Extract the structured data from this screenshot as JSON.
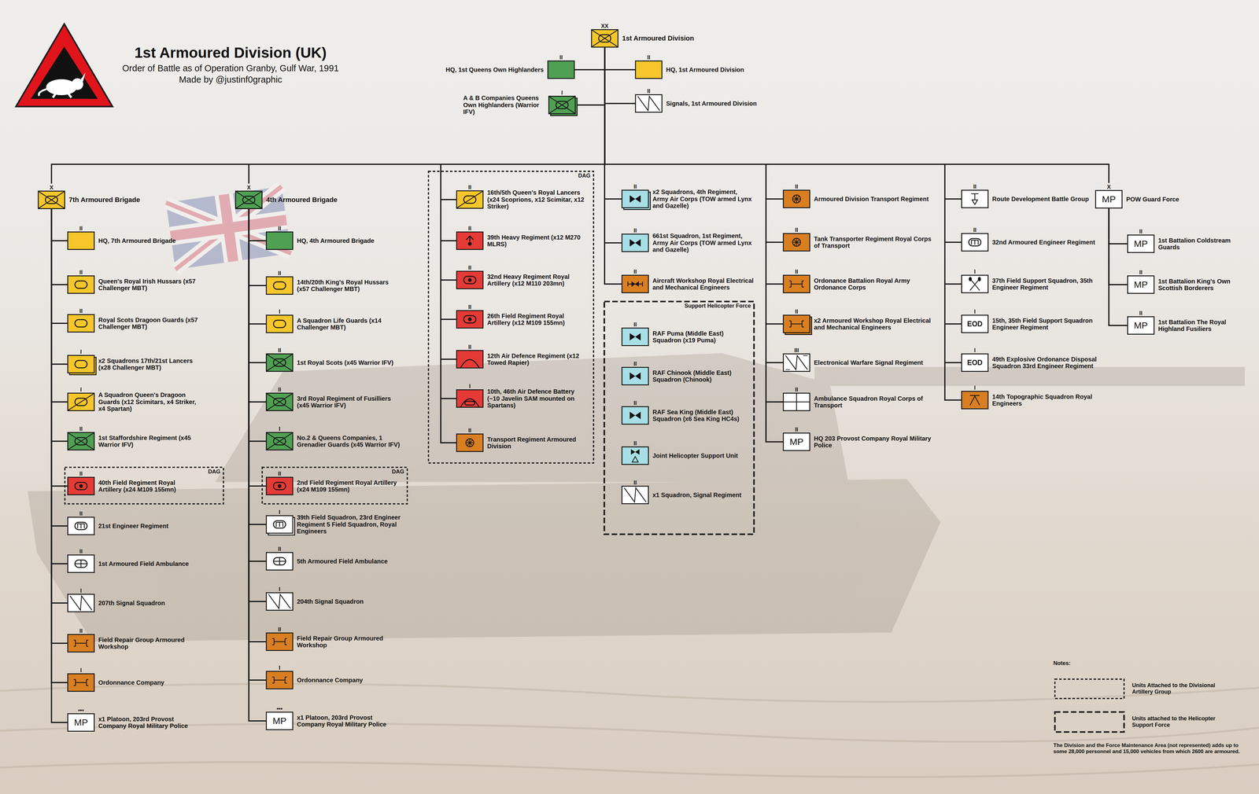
{
  "diagram": {
    "title": "1st Armoured Division (UK)",
    "caption": "Order of Battle as of Operation Granby, Gulf War, 1991",
    "nodes": [
      {
        "text": [
          "XX",
          "1st Armoured Division"
        ]
      },
      {
        "text": [
          "II",
          "HQ, 1st Queens Own Highlanders"
        ]
      },
      {
        "text": [
          "II",
          "HQ, 1st Armoured Division"
        ]
      },
      {
        "text": [
          "I",
          "A & B Companies Queens Own Highlanders (Warrior IFV)"
        ]
      },
      {
        "text": [
          "II",
          "Signals, 1st Armoured Division"
        ]
      },
      {
        "text": [
          "X",
          "7th Armoured Brigade"
        ]
      },
      {
        "text": [
          "II",
          "HQ, 7th Armoured Brigade"
        ]
      },
      {
        "text": [
          "II",
          "Queen's Royal Irish Hussars (x57 Challenger MBT)"
        ]
      },
      {
        "text": [
          "II",
          "Royal Scots Dragoon Guards (x57 Challenger MBT)"
        ]
      },
      {
        "text": [
          "I",
          "x2 Squadrons 17th/21st Lancers (x28 Challenger MBT)"
        ]
      },
      {
        "text": [
          "I",
          "A Squadron Queen's Dragoon Guards (x12 Scimitars, x4 Striker, x4 Spartan)"
        ]
      },
      {
        "text": [
          "II",
          "1st Staffordshire Regiment (x45 Warrior IFV)"
        ]
      },
      {
        "text": [
          "DAG"
        ]
      },
      {
        "text": [
          "II",
          "40th Field Regiment Royal Artillery (x24 M109 155mn)"
        ],
        "in": 12
      },
      {
        "text": [
          "II",
          "21st Engineer Regiment"
        ]
      },
      {
        "text": [
          "II",
          "1st Armoured Field Ambulance"
        ]
      },
      {
        "text": [
          "I",
          "207th Signal Squadron"
        ]
      },
      {
        "text": [
          "II",
          "Field Repair Group Armoured Workshop"
        ]
      },
      {
        "text": [
          "I",
          "Ordonnance Company"
        ]
      },
      {
        "text": [
          "•••",
          "MP",
          "x1 Platoon, 203rd Provost Company Royal Military Police"
        ]
      },
      {
        "text": [
          "X",
          "4th Armoured Brigade"
        ]
      },
      {
        "text": [
          "II",
          "HQ, 4th Armoured Brigade"
        ]
      },
      {
        "text": [
          "II",
          "14th/20th King's Royal Hussars (x57 Challenger MBT)"
        ]
      },
      {
        "text": [
          "I",
          "A Squadron Life Guards (x14 Challenger MBT)"
        ]
      },
      {
        "text": [
          "II",
          "1st Royal Scots (x45 Warrior IFV)"
        ]
      },
      {
        "text": [
          "II",
          "3rd Royal Regiment of Fusilliers (x45 Warrior IFV)"
        ]
      },
      {
        "text": [
          "I",
          "No.2 & Queens Companies, 1 Grenadier Guards (x45 Warrior IFV)"
        ]
      },
      {
        "text": [
          "DAG"
        ]
      },
      {
        "text": [
          "II",
          "2nd Field Regiment Royal Artillery (x24 M109 155mn)"
        ],
        "in": 27
      },
      {
        "text": [
          "I",
          "39th Field Squadron, 23rd Engineer Regiment 5 Field Squadron, Royal Engineers"
        ]
      },
      {
        "text": [
          "II",
          "5th Armoured Field Ambulance"
        ]
      },
      {
        "text": [
          "I",
          "204th Signal Squadron"
        ]
      },
      {
        "text": [
          "II",
          "Field Repair Group Armoured Workshop"
        ]
      },
      {
        "text": [
          "I",
          "Ordonnance Company"
        ]
      },
      {
        "text": [
          "•••",
          "MP",
          "x1 Platoon, 203rd Provost Company Royal Military Police"
        ]
      },
      {
        "text": [
          "DAG"
        ]
      },
      {
        "text": [
          "II",
          "16th/5th Queen's Royal Lancers (x24 Scoprions, x12 Scimitar, x12 Striker)"
        ],
        "in": 35
      },
      {
        "text": [
          "II",
          "39th Heavy Regiment (x12 M270 MLRS)"
        ],
        "in": 35
      },
      {
        "text": [
          "II",
          "32nd Heavy Regiment Royal Artillery (x12 M110 203mn)"
        ],
        "in": 35
      },
      {
        "text": [
          "II",
          "26th Field Regiment Royal Artillery (x12 M109 155mn)"
        ],
        "in": 35
      },
      {
        "text": [
          "II",
          "12th Air Defence Regiment (x12 Towed Rapier)"
        ],
        "in": 35
      },
      {
        "text": [
          "I",
          "10th, 46th Air Defence Battery (~10 Javelin SAM mounted on Spartans)"
        ],
        "in": 35
      },
      {
        "text": [
          "II",
          "Transport Regiment Armoured Division"
        ],
        "in": 35
      },
      {
        "text": [
          "II",
          "x2 Squadrons, 4th Regiment, Army Air Corps (TOW armed Lynx and Gazelle)"
        ]
      },
      {
        "text": [
          "II",
          "661st Squadron, 1st Regiment, Army Air Corps (TOW armed Lynx and Gazelle)"
        ]
      },
      {
        "text": [
          "II",
          "Aircraft Workshop Royal Electrical and Mechanical Engineers"
        ]
      },
      {
        "text": [
          "Support Helicopter Force"
        ]
      },
      {
        "text": [
          "II",
          "RAF Puma (Middle East) Squadron (x19 Puma)"
        ],
        "in": 46
      },
      {
        "text": [
          "II",
          "RAF Chinook (Middle East) Squadron (Chinook)"
        ],
        "in": 46
      },
      {
        "text": [
          "II",
          "RAF Sea King (Middle East) Squadron (x6 Sea King HC4s)"
        ],
        "in": 46
      },
      {
        "text": [
          "II",
          "Joint Helicopter Support Unit"
        ],
        "in": 46
      },
      {
        "text": [
          "II",
          "x1 Squadron, Signal Regiment"
        ],
        "in": 46
      },
      {
        "text": [
          "II",
          "Armoured Division Transport Regiment"
        ]
      },
      {
        "text": [
          "II",
          "Tank Transporter Regiment Royal Corps of Transport"
        ]
      },
      {
        "text": [
          "II",
          "Ordonance Battalion Royal Army Ordonance Corps"
        ]
      },
      {
        "text": [
          "II",
          "x2 Armoured Workshop Royal Electrical and Mechanical Engineers"
        ]
      },
      {
        "text": [
          "III",
          "Electronical Warfare Signal Regiment"
        ]
      },
      {
        "text": [
          "II",
          "Ambulance Squadron Royal Corps of Transport"
        ]
      },
      {
        "text": [
          "II",
          "MP",
          "HQ 203 Provost Company Royal Military Police"
        ]
      },
      {
        "text": [
          "II",
          "Route Development Battle Group"
        ]
      },
      {
        "text": [
          "II",
          "32nd Armoured Engineer Regiment"
        ]
      },
      {
        "text": [
          "I",
          "37th Field Support Squadron, 35th Engineer Regiment"
        ]
      },
      {
        "text": [
          "I",
          "EOD",
          "15th, 35th Field Support Squadron Engineer Regiment"
        ]
      },
      {
        "text": [
          "I",
          "EOD",
          "49th Explosive Ordonance Disposal Squadron 33rd Engineer Regiment"
        ]
      },
      {
        "text": [
          "I",
          "14th Topographic Squadron Royal Engineers"
        ]
      },
      {
        "text": [
          "X",
          "MP",
          "POW Guard Force"
        ]
      },
      {
        "text": [
          "II",
          "MP",
          "1st Battalion Coldstream Guards"
        ]
      },
      {
        "text": [
          "II",
          "MP",
          "1st Battalion King's Own Scottish Borderers"
        ]
      },
      {
        "text": [
          "II",
          "MP",
          "1st Battalion The Royal Highland Fusiliers"
        ]
      }
    ],
    "edges": [
      {
        "from": 0,
        "to": 1,
        "arrow": "none"
      },
      {
        "from": 0,
        "to": 2,
        "arrow": "none"
      },
      {
        "from": 0,
        "to": 3,
        "arrow": "none"
      },
      {
        "from": 0,
        "to": 4,
        "arrow": "none"
      },
      {
        "from": 0,
        "to": 5,
        "arrow": "none"
      },
      {
        "from": 0,
        "to": 20,
        "arrow": "none"
      },
      {
        "from": 0,
        "to": 36,
        "arrow": "none"
      },
      {
        "from": 0,
        "to": 37,
        "arrow": "none"
      },
      {
        "from": 0,
        "to": 38,
        "arrow": "none"
      },
      {
        "from": 0,
        "to": 39,
        "arrow": "none"
      },
      {
        "from": 0,
        "to": 40,
        "arrow": "none"
      },
      {
        "from": 0,
        "to": 41,
        "arrow": "none"
      },
      {
        "from": 0,
        "to": 42,
        "arrow": "none"
      },
      {
        "from": 0,
        "to": 43,
        "arrow": "none"
      },
      {
        "from": 0,
        "to": 44,
        "arrow": "none"
      },
      {
        "from": 0,
        "to": 45,
        "arrow": "none"
      },
      {
        "from": 0,
        "to": 52,
        "arrow": "none"
      },
      {
        "from": 0,
        "to": 53,
        "arrow": "none"
      },
      {
        "from": 0,
        "to": 54,
        "arrow": "none"
      },
      {
        "from": 0,
        "to": 55,
        "arrow": "none"
      },
      {
        "from": 0,
        "to": 56,
        "arrow": "none"
      },
      {
        "from": 0,
        "to": 57,
        "arrow": "none"
      },
      {
        "from": 0,
        "to": 58,
        "arrow": "none"
      },
      {
        "from": 0,
        "to": 59,
        "arrow": "none"
      },
      {
        "from": 0,
        "to": 60,
        "arrow": "none"
      },
      {
        "from": 0,
        "to": 61,
        "arrow": "none"
      },
      {
        "from": 0,
        "to": 62,
        "arrow": "none"
      },
      {
        "from": 0,
        "to": 63,
        "arrow": "none"
      },
      {
        "from": 0,
        "to": 64,
        "arrow": "none"
      },
      {
        "from": 0,
        "to": 65,
        "arrow": "none"
      },
      {
        "from": 5,
        "to": 6,
        "arrow": "none"
      },
      {
        "from": 5,
        "to": 7,
        "arrow": "none"
      },
      {
        "from": 5,
        "to": 8,
        "arrow": "none"
      },
      {
        "from": 5,
        "to": 9,
        "arrow": "none"
      },
      {
        "from": 5,
        "to": 10,
        "arrow": "none"
      },
      {
        "from": 5,
        "to": 11,
        "arrow": "none"
      },
      {
        "from": 5,
        "to": 13,
        "arrow": "none"
      },
      {
        "from": 5,
        "to": 14,
        "arrow": "none"
      },
      {
        "from": 5,
        "to": 15,
        "arrow": "none"
      },
      {
        "from": 5,
        "to": 16,
        "arrow": "none"
      },
      {
        "from": 5,
        "to": 17,
        "arrow": "none"
      },
      {
        "from": 5,
        "to": 18,
        "arrow": "none"
      },
      {
        "from": 5,
        "to": 19,
        "arrow": "none"
      },
      {
        "from": 20,
        "to": 21,
        "arrow": "none"
      },
      {
        "from": 20,
        "to": 22,
        "arrow": "none"
      },
      {
        "from": 20,
        "to": 23,
        "arrow": "none"
      },
      {
        "from": 20,
        "to": 24,
        "arrow": "none"
      },
      {
        "from": 20,
        "to": 25,
        "arrow": "none"
      },
      {
        "from": 20,
        "to": 26,
        "arrow": "none"
      },
      {
        "from": 20,
        "to": 28,
        "arrow": "none"
      },
      {
        "from": 20,
        "to": 29,
        "arrow": "none"
      },
      {
        "from": 20,
        "to": 30,
        "arrow": "none"
      },
      {
        "from": 20,
        "to": 31,
        "arrow": "none"
      },
      {
        "from": 20,
        "to": 32,
        "arrow": "none"
      },
      {
        "from": 20,
        "to": 33,
        "arrow": "none"
      },
      {
        "from": 20,
        "to": 34,
        "arrow": "none"
      },
      {
        "from": 65,
        "to": 66,
        "arrow": "none"
      },
      {
        "from": 65,
        "to": 67,
        "arrow": "none"
      },
      {
        "from": 65,
        "to": 68,
        "arrow": "none"
      }
    ],
    "labels": [
      "Made by @justinf0graphic",
      "Notes:",
      "The Division and the Force Maintenance Area (not represented) adds up to some 28,000 personnel and 15,000 vehicles from which 2600 are armoured."
    ],
    "legend": [
      {
        "text": "Units Attached to the Divisional Artillery Group"
      },
      {
        "text": "Units attached to the Helicopter Support Force"
      }
    ]
  }
}
